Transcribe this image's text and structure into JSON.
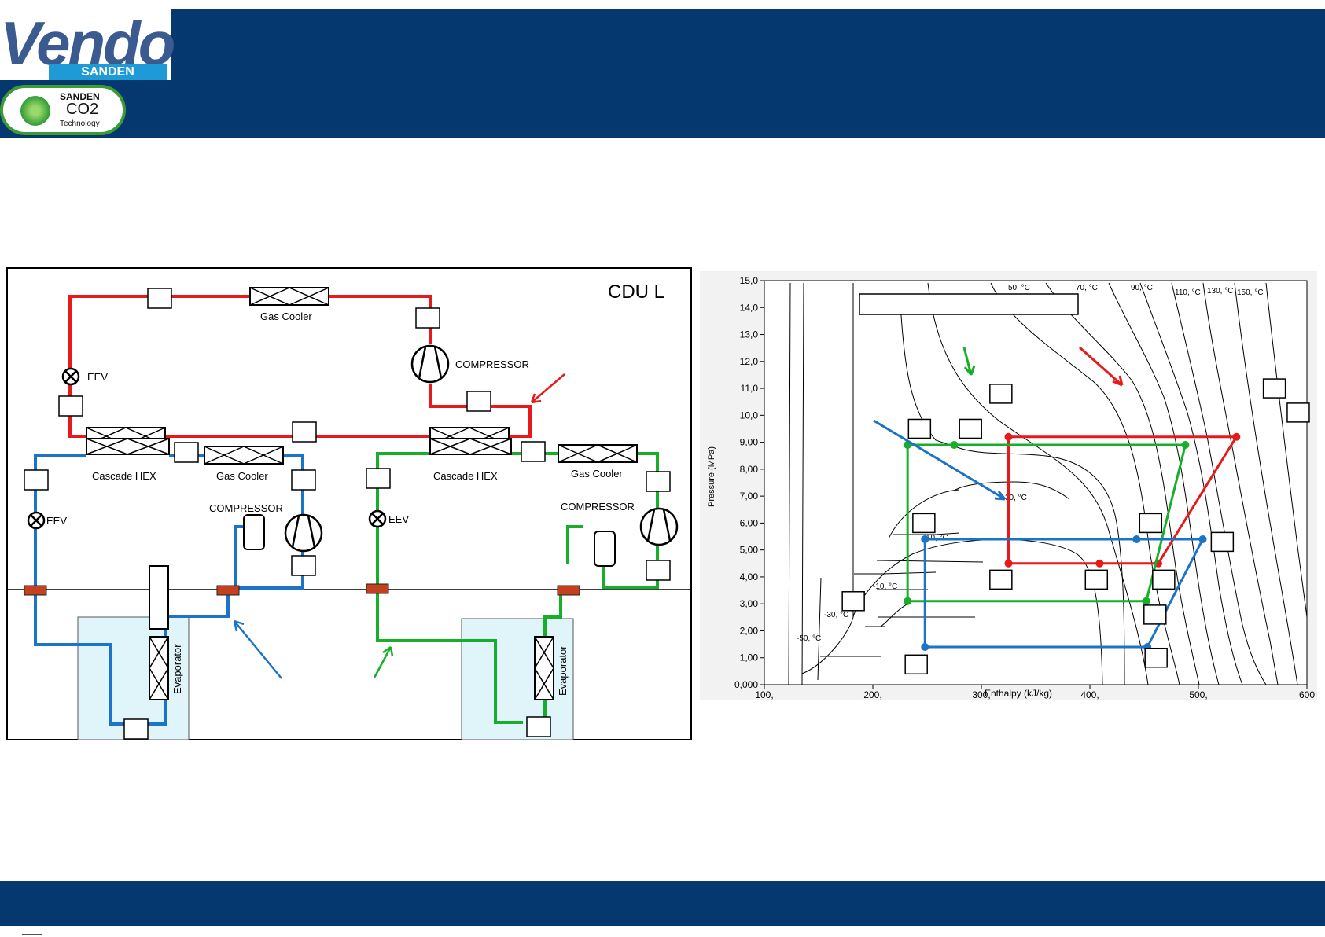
{
  "header": {
    "logo_text": "Vendo",
    "logo_sub": "SANDEN",
    "badge": {
      "brand": "SANDEN",
      "title": "CO2",
      "sub": "Technology"
    }
  },
  "cycle_diagram": {
    "title": "CDU L",
    "gas_cooler_top": "Gas Cooler",
    "compressor_top": "COMPRESSOR",
    "eev_top": "EEV",
    "cascade_hex_left": "Cascade HEX",
    "gas_cooler_left": "Gas Cooler",
    "compressor_left": "COMPRESSOR",
    "eev_left": "EEV",
    "cascade_hex_right": "Cascade HEX",
    "gas_cooler_right": "Gas Cooler",
    "compressor_right": "COMPRESSOR",
    "eev_right": "EEV",
    "evaporator_left": "Evaporator",
    "evaporator_right": "Evaporator"
  },
  "colors": {
    "header_blue": "#04386f",
    "red_cycle": "#e8191a",
    "blue_cycle": "#1b74c8",
    "green_cycle": "#17ae2a",
    "evaporator_fill": "#dff5fa",
    "valve_fill": "#c4401f"
  },
  "chart_data": {
    "type": "line",
    "xlabel": "Enthalpy (kJ/kg)",
    "ylabel": "Pressure (MPa)",
    "xlim": [
      100,
      600
    ],
    "ylim": [
      0,
      15
    ],
    "x_ticks": [
      "100,",
      "200,",
      "300,",
      "400,",
      "500,",
      "600"
    ],
    "y_ticks": [
      "0,000",
      "1,00",
      "2,00",
      "3,00",
      "4,00",
      "5,00",
      "6,00",
      "7,00",
      "8,00",
      "9,00",
      "10,0",
      "11,0",
      "12,0",
      "13,0",
      "14,0",
      "15,0"
    ],
    "isotherm_labels": [
      "50, °C",
      "70, °C",
      "90, °C",
      "110, °C",
      "130, °C",
      "150, °C",
      "30, °C",
      "10, °C",
      "-10, °C",
      "-30, °C",
      "-50, °C"
    ],
    "series": [
      {
        "color": "#e8191a",
        "points": [
          [
            325,
            9.2
          ],
          [
            535,
            9.2
          ],
          [
            463,
            4.5
          ],
          [
            409,
            4.5
          ],
          [
            325,
            4.5
          ],
          [
            325,
            9.2
          ]
        ]
      },
      {
        "color": "#17ae2a",
        "points": [
          [
            232,
            8.9
          ],
          [
            275,
            8.9
          ],
          [
            488,
            8.9
          ],
          [
            452,
            3.1
          ],
          [
            232,
            3.1
          ],
          [
            232,
            8.9
          ]
        ]
      },
      {
        "color": "#1b74c8",
        "points": [
          [
            248,
            5.4
          ],
          [
            443,
            5.4
          ],
          [
            504,
            5.4
          ],
          [
            453,
            1.4
          ],
          [
            248,
            1.4
          ],
          [
            248,
            5.4
          ]
        ]
      }
    ]
  }
}
